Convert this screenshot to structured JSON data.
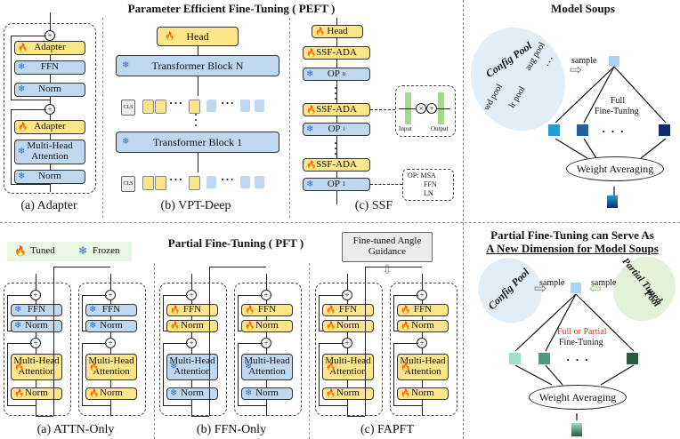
{
  "titles": {
    "peft": "Parameter Efficient Fine-Tuning ( PEFT )",
    "soups": "Model Soups",
    "pft": "Partial Fine-Tuning ( PFT )",
    "pft_soups_line1": "Partial Fine-Tuning can Serve As",
    "pft_soups_line2": "A New Dimension for Model Soups"
  },
  "captions": {
    "adapter": "(a) Adapter",
    "vpt": "(b) VPT-Deep",
    "ssf": "(c) SSF",
    "attn_only": "(a) ATTN-Only",
    "ffn_only": "(b) FFN-Only",
    "fapft": "(c) FAPFT"
  },
  "legend": {
    "tuned": "Tuned",
    "frozen": "Frozen"
  },
  "blocks": {
    "adapter": "Adapter",
    "ffn": "FFN",
    "norm": "Norm",
    "mha_line1": "Multi-Head",
    "mha_line2": "Attention",
    "head": "Head",
    "tb_n": "Transformer Block N",
    "tb_1": "Transformer Block 1",
    "cls": "CLS",
    "ssf_ada": "SSF-ADA",
    "op": "OP",
    "op_n_sub": "n",
    "op_i_sub": "i",
    "op_1_sub": "1",
    "input": "Input",
    "output": "Output",
    "op_list": [
      "OP: MSA",
      "FFN",
      "LN"
    ]
  },
  "guidance": {
    "line1": "Fine-tuned Angle",
    "line2": "Guidance"
  },
  "soups": {
    "config_pool": "Config Pool",
    "pool_items": [
      "wd pool",
      "lr pool",
      "aug pool"
    ],
    "sample": "sample",
    "full_ft_line1": "Full",
    "full_ft_line2": "Fine-Tuning",
    "weight_avg": "Weight Averaging",
    "partial_pool_line1": "Partial Tuned",
    "partial_pool_line2": "Pool",
    "full_or_partial": "Full or Partial",
    "fine_tuning": "Fine-Tuning"
  },
  "colors": {
    "tuned": "#fde68a",
    "frozen": "#bfd8f0",
    "flame": "#e0311f",
    "snow": "#2a6fc9",
    "soup_blue": [
      "#1f9ed8",
      "#1f5f9c",
      "#102d6a"
    ],
    "soup_green": [
      "#9fe0c4",
      "#4f9a7e",
      "#2b5a44"
    ]
  }
}
